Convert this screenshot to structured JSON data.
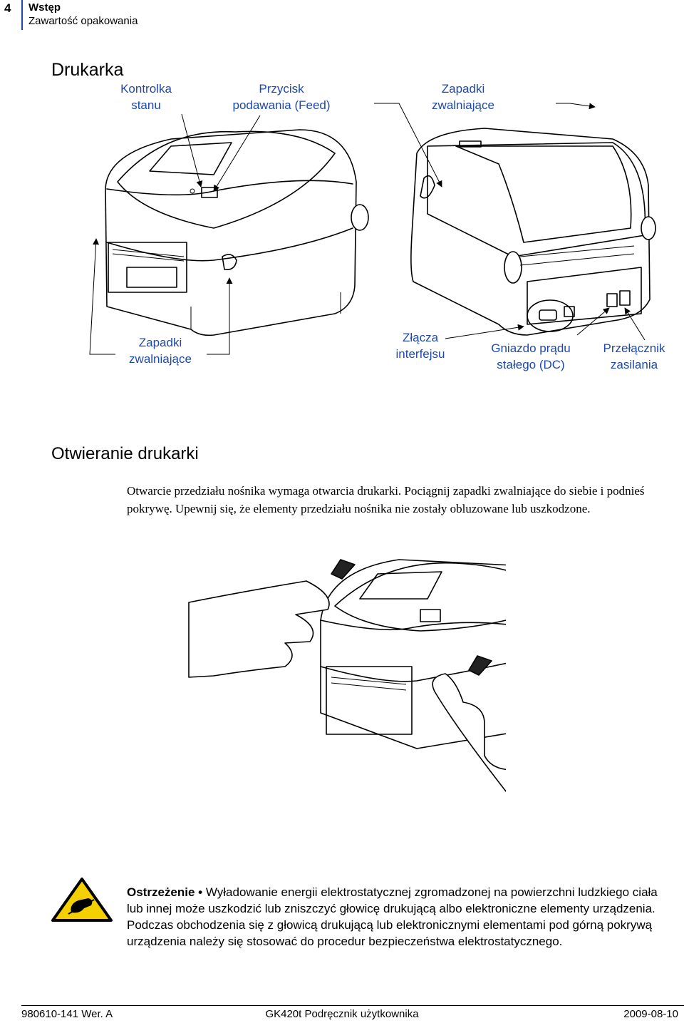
{
  "header": {
    "page_number": "4",
    "chapter": "Wstęp",
    "section": "Zawartość opakowania"
  },
  "section1": {
    "title": "Drukarka",
    "callouts": {
      "status_light": "Kontrolka\nstanu",
      "feed_button": "Przycisk\npodawania (Feed)",
      "release_latches_top": "Zapadki\nzwalniające",
      "release_latches_bottom": "Zapadki\nzwalniające",
      "interface_connectors": "Złącza\ninterfejsu",
      "dc_power_socket": "Gniazdo prądu\nstałego (DC)",
      "power_switch": "Przełącznik\nzasilania"
    }
  },
  "section2": {
    "title": "Otwieranie drukarki",
    "body": "Otwarcie przedziału nośnika wymaga otwarcia drukarki. Pociągnij zapadki zwalniające do siebie i podnieś pokrywę. Upewnij się, że elementy przedziału nośnika nie zostały obluzowane lub uszkodzone."
  },
  "warning": {
    "label": "Ostrzeżenie",
    "bullet": "•",
    "text": "Wyładowanie energii elektrostatycznej zgromadzonej na powierzchni ludzkiego ciała lub innej może uszkodzić lub zniszczyć głowicę drukującą albo elektroniczne elementy urządzenia. Podczas obchodzenia się z głowicą drukującą lub elektronicznymi elementami pod górną pokrywą urządzenia należy się stosować do procedur bezpieczeństwa elektrostatycznego.",
    "icon": "esd-warning-icon",
    "icon_color": "#f5d000"
  },
  "footer": {
    "left": "980610-141 Wer. A",
    "center": "GK420t Podręcznik użytkownika",
    "right": "2009-08-10"
  },
  "colors": {
    "accent": "#1f49a8"
  }
}
